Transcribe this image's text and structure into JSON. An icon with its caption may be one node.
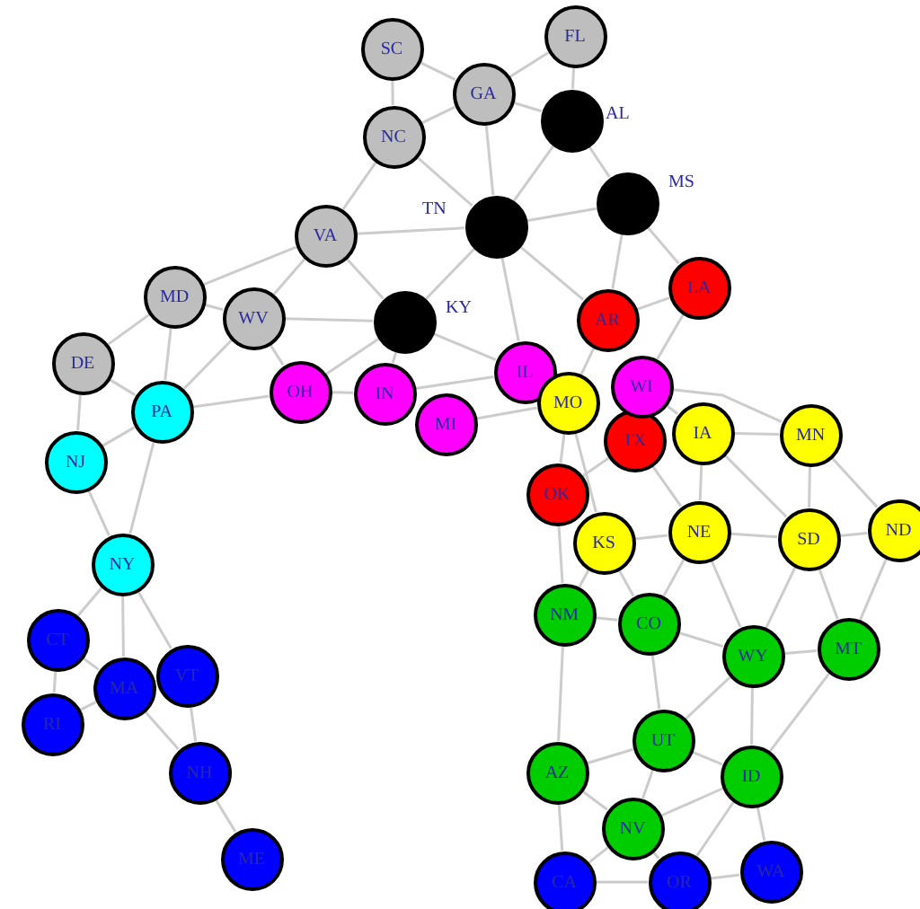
{
  "diagram": {
    "nodes": [
      {
        "text": [
          "SC"
        ]
      },
      {
        "text": [
          "FL"
        ]
      },
      {
        "text": [
          "GA"
        ]
      },
      {
        "text": [],
        "shape": "circle",
        "beside": [
          "AL"
        ]
      },
      {
        "text": [
          "NC"
        ]
      },
      {
        "text": [],
        "shape": "circle",
        "beside": [
          "MS"
        ]
      },
      {
        "text": [],
        "shape": "circle",
        "beside": [
          "TN"
        ]
      },
      {
        "text": [
          "VA"
        ]
      },
      {
        "text": [
          "LA"
        ]
      },
      {
        "text": [
          "MD"
        ]
      },
      {
        "text": [],
        "shape": "circle",
        "beside": [
          "KY"
        ]
      },
      {
        "text": [
          "WV"
        ]
      },
      {
        "text": [
          "AR"
        ]
      },
      {
        "text": [
          "DE"
        ]
      },
      {
        "text": [
          "IL"
        ]
      },
      {
        "text": [
          "OH"
        ]
      },
      {
        "text": [
          "IN"
        ]
      },
      {
        "text": [
          "WI"
        ]
      },
      {
        "text": [
          "MO"
        ]
      },
      {
        "text": [
          "PA"
        ]
      },
      {
        "text": [
          "MI"
        ]
      },
      {
        "text": [
          "IA"
        ]
      },
      {
        "text": [
          "MN"
        ]
      },
      {
        "text": [
          "TX"
        ]
      },
      {
        "text": [
          "NJ"
        ]
      },
      {
        "text": [
          "OK"
        ]
      },
      {
        "text": [
          "ND"
        ]
      },
      {
        "text": [
          "NE"
        ]
      },
      {
        "text": [
          "SD"
        ]
      },
      {
        "text": [
          "KS"
        ]
      },
      {
        "text": [
          "NY"
        ]
      },
      {
        "text": [
          "NM"
        ]
      },
      {
        "text": [
          "CO"
        ]
      },
      {
        "text": [
          "CT"
        ]
      },
      {
        "text": [
          "MT"
        ]
      },
      {
        "text": [
          "WY"
        ]
      },
      {
        "text": [
          "VT"
        ]
      },
      {
        "text": [
          "MA"
        ]
      },
      {
        "text": [
          "RI"
        ]
      },
      {
        "text": [
          "UT"
        ]
      },
      {
        "text": [
          "AZ"
        ]
      },
      {
        "text": [
          "ID"
        ]
      },
      {
        "text": [
          "NH"
        ]
      },
      {
        "text": [
          "NV"
        ]
      },
      {
        "text": [
          "ME"
        ]
      },
      {
        "text": [
          "WA"
        ]
      },
      {
        "text": [
          "CA"
        ]
      },
      {
        "text": [
          "OR"
        ]
      }
    ],
    "edges": [
      {
        "from": 0,
        "to": 2,
        "arrow": "none"
      },
      {
        "from": 0,
        "to": 4,
        "arrow": "none"
      },
      {
        "from": 1,
        "to": 2,
        "arrow": "none"
      },
      {
        "from": 1,
        "to": 3,
        "arrow": "none"
      },
      {
        "from": 2,
        "to": 4,
        "arrow": "none"
      },
      {
        "from": 2,
        "to": 3,
        "arrow": "none"
      },
      {
        "from": 2,
        "to": 6,
        "arrow": "none"
      },
      {
        "from": 4,
        "to": 6,
        "arrow": "none"
      },
      {
        "from": 4,
        "to": 7,
        "arrow": "none"
      },
      {
        "from": 3,
        "to": 6,
        "arrow": "none"
      },
      {
        "from": 3,
        "to": 5,
        "arrow": "none"
      },
      {
        "from": 6,
        "to": 5,
        "arrow": "none"
      },
      {
        "from": 6,
        "to": 7,
        "arrow": "none"
      },
      {
        "from": 6,
        "to": 10,
        "arrow": "none"
      },
      {
        "from": 6,
        "to": 12,
        "arrow": "none"
      },
      {
        "from": 6,
        "to": 14,
        "arrow": "none"
      },
      {
        "from": 5,
        "to": 12,
        "arrow": "none"
      },
      {
        "from": 5,
        "to": 8,
        "arrow": "none"
      },
      {
        "from": 8,
        "to": 12,
        "arrow": "none"
      },
      {
        "from": 8,
        "to": 17,
        "arrow": "none"
      },
      {
        "from": 7,
        "to": 10,
        "arrow": "none"
      },
      {
        "from": 7,
        "to": 11,
        "arrow": "none"
      },
      {
        "from": 7,
        "to": 9,
        "arrow": "none"
      },
      {
        "from": 9,
        "to": 11,
        "arrow": "none"
      },
      {
        "from": 9,
        "to": 13,
        "arrow": "none"
      },
      {
        "from": 9,
        "to": 19,
        "arrow": "none"
      },
      {
        "from": 11,
        "to": 10,
        "arrow": "none"
      },
      {
        "from": 11,
        "to": 15,
        "arrow": "none"
      },
      {
        "from": 11,
        "to": 19,
        "arrow": "none"
      },
      {
        "from": 10,
        "to": 15,
        "arrow": "none"
      },
      {
        "from": 10,
        "to": 16,
        "arrow": "none"
      },
      {
        "from": 10,
        "to": 14,
        "arrow": "none"
      },
      {
        "from": 13,
        "to": 19,
        "arrow": "none"
      },
      {
        "from": 13,
        "to": 24,
        "arrow": "none"
      },
      {
        "from": 19,
        "to": 24,
        "arrow": "none"
      },
      {
        "from": 19,
        "to": 30,
        "arrow": "none"
      },
      {
        "from": 19,
        "to": 15,
        "arrow": "none"
      },
      {
        "from": 24,
        "to": 30,
        "arrow": "none"
      },
      {
        "from": 15,
        "to": 16,
        "arrow": "none"
      },
      {
        "from": 16,
        "to": 14,
        "arrow": "none"
      },
      {
        "from": 20,
        "to": 18,
        "arrow": "none"
      },
      {
        "from": 12,
        "to": 18,
        "arrow": "none"
      },
      {
        "from": 18,
        "to": 29,
        "arrow": "none"
      },
      {
        "from": 18,
        "to": 25,
        "arrow": "none"
      },
      {
        "from": 23,
        "to": 25,
        "arrow": "none"
      },
      {
        "from": 23,
        "to": 27,
        "arrow": "none"
      },
      {
        "from": 25,
        "to": 31,
        "arrow": "none"
      },
      {
        "from": 17,
        "to": 21,
        "arrow": "none"
      },
      {
        "from": 17,
        "to": 22,
        "arrow": "none"
      },
      {
        "from": 21,
        "to": 22,
        "arrow": "none"
      },
      {
        "from": 21,
        "to": 27,
        "arrow": "none"
      },
      {
        "from": 21,
        "to": 28,
        "arrow": "none"
      },
      {
        "from": 22,
        "to": 28,
        "arrow": "none"
      },
      {
        "from": 22,
        "to": 26,
        "arrow": "none"
      },
      {
        "from": 27,
        "to": 29,
        "arrow": "none"
      },
      {
        "from": 27,
        "to": 28,
        "arrow": "none"
      },
      {
        "from": 27,
        "to": 32,
        "arrow": "none"
      },
      {
        "from": 27,
        "to": 35,
        "arrow": "none"
      },
      {
        "from": 28,
        "to": 26,
        "arrow": "none"
      },
      {
        "from": 28,
        "to": 35,
        "arrow": "none"
      },
      {
        "from": 28,
        "to": 34,
        "arrow": "none"
      },
      {
        "from": 26,
        "to": 34,
        "arrow": "none"
      },
      {
        "from": 29,
        "to": 32,
        "arrow": "none"
      },
      {
        "from": 29,
        "to": 31,
        "arrow": "none"
      },
      {
        "from": 31,
        "to": 32,
        "arrow": "none"
      },
      {
        "from": 31,
        "to": 40,
        "arrow": "none"
      },
      {
        "from": 32,
        "to": 35,
        "arrow": "none"
      },
      {
        "from": 32,
        "to": 39,
        "arrow": "none"
      },
      {
        "from": 35,
        "to": 34,
        "arrow": "none"
      },
      {
        "from": 35,
        "to": 39,
        "arrow": "none"
      },
      {
        "from": 35,
        "to": 41,
        "arrow": "none"
      },
      {
        "from": 34,
        "to": 41,
        "arrow": "none"
      },
      {
        "from": 39,
        "to": 40,
        "arrow": "none"
      },
      {
        "from": 39,
        "to": 43,
        "arrow": "none"
      },
      {
        "from": 39,
        "to": 41,
        "arrow": "none"
      },
      {
        "from": 40,
        "to": 43,
        "arrow": "none"
      },
      {
        "from": 40,
        "to": 46,
        "arrow": "none"
      },
      {
        "from": 43,
        "to": 46,
        "arrow": "none"
      },
      {
        "from": 43,
        "to": 47,
        "arrow": "none"
      },
      {
        "from": 43,
        "to": 41,
        "arrow": "none"
      },
      {
        "from": 41,
        "to": 47,
        "arrow": "none"
      },
      {
        "from": 41,
        "to": 45,
        "arrow": "none"
      },
      {
        "from": 46,
        "to": 47,
        "arrow": "none"
      },
      {
        "from": 47,
        "to": 45,
        "arrow": "none"
      },
      {
        "from": 30,
        "to": 33,
        "arrow": "none"
      },
      {
        "from": 30,
        "to": 37,
        "arrow": "none"
      },
      {
        "from": 30,
        "to": 36,
        "arrow": "none"
      },
      {
        "from": 33,
        "to": 37,
        "arrow": "none"
      },
      {
        "from": 33,
        "to": 38,
        "arrow": "none"
      },
      {
        "from": 37,
        "to": 38,
        "arrow": "none"
      },
      {
        "from": 37,
        "to": 42,
        "arrow": "none"
      },
      {
        "from": 36,
        "to": 42,
        "arrow": "none"
      },
      {
        "from": 42,
        "to": 44,
        "arrow": "none"
      }
    ]
  }
}
